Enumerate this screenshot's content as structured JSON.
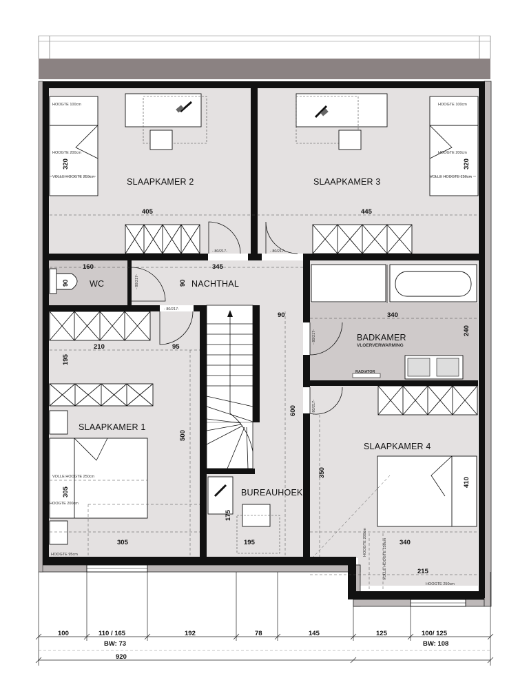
{
  "rooms": {
    "slaapkamer_2": "SLAAPKAMER 2",
    "slaapkamer_3": "SLAAPKAMER 3",
    "slaapkamer_1": "SLAAPKAMER 1",
    "slaapkamer_4": "SLAAPKAMER 4",
    "wc": "WC",
    "nachthal": "NACHTHAL",
    "badkamer": "BADKAMER",
    "vloerverwarming": "VLOERVERWARMING",
    "radiator": "RADIATOR",
    "bureauhoek": "BUREAUHOEK"
  },
  "dimensions": {
    "sk2_depth": "320",
    "sk2_width": "405",
    "sk3_depth": "320",
    "sk3_width": "445",
    "wc_width": "160",
    "wc_depth": "90",
    "hall_width": "345",
    "hall_depth": "90",
    "hall_side": "90",
    "bath_width": "340",
    "bath_depth": "240",
    "sk1_wardrobe": "210",
    "sk1_door": "95",
    "sk1_side": "195",
    "sk1_depth": "500",
    "sk1_bed": "305",
    "sk1_width": "305",
    "stair_length": "600",
    "sk4_side": "350",
    "sk4_bed": "410",
    "sk4_width": "340",
    "sk4_window": "215",
    "bureau_depth": "175",
    "bureau_width": "195"
  },
  "notes": {
    "hoogte_100_left": "HOOGTE 100cm",
    "hoogte_200_left": "HOOGTE 200cm",
    "volle_250_left": "VOLLE HOOGTE 250cm",
    "hoogte_100_right": "HOOGTE 100cm",
    "hoogte_200_right": "HOOGTE 200cm",
    "volle_250_right": "VOLLE HOOGTE 250cm",
    "sk1_volle_250": "VOLLE HOOGTE 250cm",
    "sk1_hoogte_200": "HOOGTE 200cm",
    "sk1_hoogte_95": "HOOGTE 95cm",
    "sk4_hoogte_200": "HOOGTE 200cm",
    "sk4_volle_250": "VOLLE HOOGTE 250cm",
    "sk4_hoogte_250": "HOOGTE 250cm",
    "door_sk2": "- 80/217-",
    "door_sk3": "- 80/217-",
    "door_wc": "- 80/217-",
    "door_sk1": "- 80/217-",
    "door_bath": "- 80/217-",
    "door_sk4": "- 80/217-"
  },
  "bottom_dimensions": {
    "d1": "100",
    "d2": "110 / 165",
    "d2_bw": "BW: 73",
    "d3": "192",
    "d4": "78",
    "d5": "145",
    "d6": "125",
    "d7": "100/ 125",
    "d7_bw": "BW: 108",
    "total": "920"
  }
}
